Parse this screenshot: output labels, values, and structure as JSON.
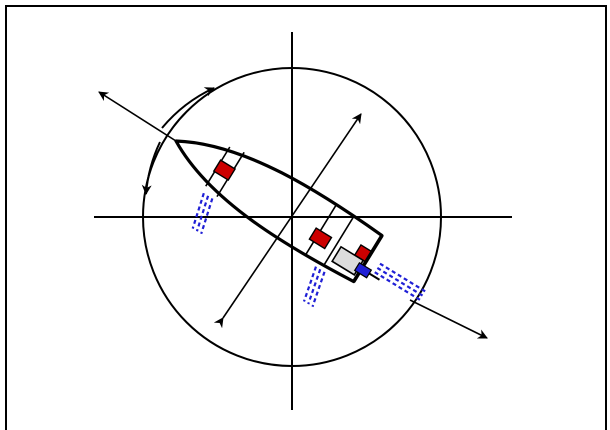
{
  "diagram": {
    "kind": "boat-motion-schematic",
    "parts": [
      "frame-border",
      "heading-circle",
      "horizontal-axis",
      "vertical-axis",
      "hull-outline",
      "transom",
      "outboard-motor",
      "thruster-bow",
      "thruster-midship",
      "thruster-stern",
      "longitudinal-motion-arrow",
      "transverse-motion-arrow",
      "rotation-arrows"
    ],
    "colors": {
      "background": "#ffffff",
      "line": "#000000",
      "thruster_body": "#cc0000",
      "thruster_jet": "#1f1fd6",
      "motor_fill": "#dcdcdc"
    }
  }
}
